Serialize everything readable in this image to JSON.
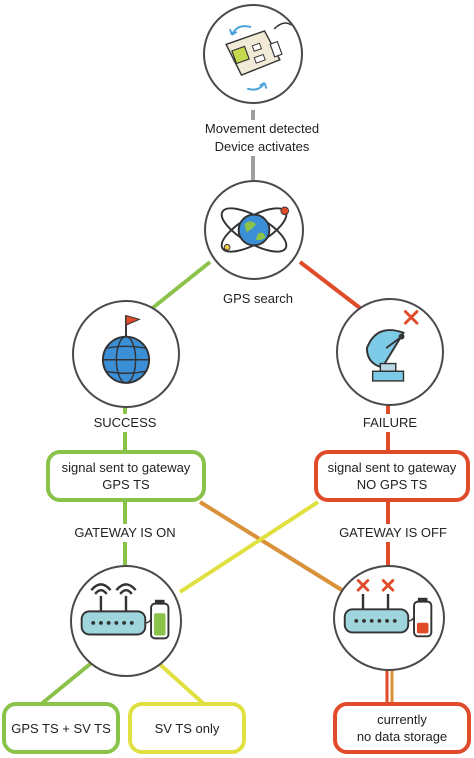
{
  "steps": {
    "trigger": {
      "line1": "Movement detected",
      "line2": "Device activates"
    },
    "search": {
      "label": "GPS search"
    }
  },
  "outcomes": {
    "success": {
      "label": "SUCCESS",
      "box_line1": "signal sent to gateway",
      "box_line2": "GPS TS",
      "gateway_label": "GATEWAY IS ON"
    },
    "failure": {
      "label": "FAILURE",
      "box_line1": "signal sent to gateway",
      "box_line2": "NO GPS TS",
      "gateway_label": "GATEWAY IS OFF"
    }
  },
  "results": {
    "gps_sv": "GPS TS + SV TS",
    "sv_only": "SV TS only",
    "no_storage_line1": "currently",
    "no_storage_line2": "no data storage"
  },
  "icons": {
    "device": "circuit-board-icon",
    "search": "globe-satellite-icon",
    "success": "globe-flag-icon",
    "failure": "satellite-dish-icon",
    "gateway_on": "router-battery-full-icon",
    "gateway_off": "router-battery-low-icon"
  },
  "colors": {
    "success": "#8bc34a",
    "failure": "#e04b2a",
    "cross": "#e0e040",
    "cross_alt": "#d9913a",
    "neutral": "#9e9e9e"
  }
}
